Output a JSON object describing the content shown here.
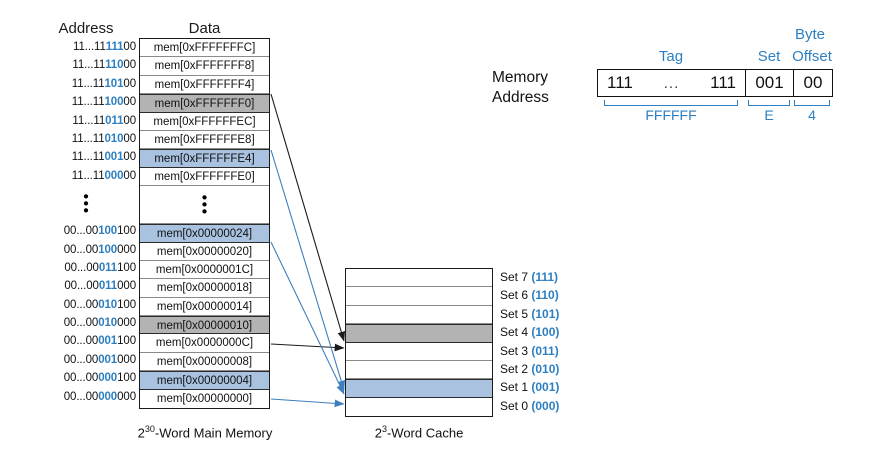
{
  "headers": {
    "address": "Address",
    "data": "Data"
  },
  "memory": {
    "caption_base": "2",
    "caption_exp": "30",
    "caption_rest": "-Word Main Memory",
    "ellipsis_row": true,
    "rows": [
      {
        "addr_prefix": "11...11",
        "addr_set": "111",
        "addr_off": "00",
        "data": "mem[0xFFFFFFFC]",
        "highlight": "none"
      },
      {
        "addr_prefix": "11...11",
        "addr_set": "110",
        "addr_off": "00",
        "data": "mem[0xFFFFFFF8]",
        "highlight": "none"
      },
      {
        "addr_prefix": "11...11",
        "addr_set": "101",
        "addr_off": "00",
        "data": "mem[0xFFFFFFF4]",
        "highlight": "none"
      },
      {
        "addr_prefix": "11...11",
        "addr_set": "100",
        "addr_off": "00",
        "data": "mem[0xFFFFFFF0]",
        "highlight": "gray"
      },
      {
        "addr_prefix": "11...11",
        "addr_set": "011",
        "addr_off": "00",
        "data": "mem[0xFFFFFFEC]",
        "highlight": "none"
      },
      {
        "addr_prefix": "11...11",
        "addr_set": "010",
        "addr_off": "00",
        "data": "mem[0xFFFFFFE8]",
        "highlight": "none"
      },
      {
        "addr_prefix": "11...11",
        "addr_set": "001",
        "addr_off": "00",
        "data": "mem[0xFFFFFFE4]",
        "highlight": "blue"
      },
      {
        "addr_prefix": "11...11",
        "addr_set": "000",
        "addr_off": "00",
        "data": "mem[0xFFFFFFE0]",
        "highlight": "none"
      },
      {
        "addr_prefix": "00...00",
        "addr_set": "100",
        "addr_off": "100",
        "data": "mem[0x00000024]",
        "highlight": "blue"
      },
      {
        "addr_prefix": "00...00",
        "addr_set": "100",
        "addr_off": "000",
        "data": "mem[0x00000020]",
        "highlight": "none"
      },
      {
        "addr_prefix": "00...00",
        "addr_set": "011",
        "addr_off": "100",
        "data": "mem[0x0000001C]",
        "highlight": "none"
      },
      {
        "addr_prefix": "00...00",
        "addr_set": "011",
        "addr_off": "000",
        "data": "mem[0x00000018]",
        "highlight": "none"
      },
      {
        "addr_prefix": "00...00",
        "addr_set": "010",
        "addr_off": "100",
        "data": "mem[0x00000014]",
        "highlight": "none"
      },
      {
        "addr_prefix": "00...00",
        "addr_set": "010",
        "addr_off": "000",
        "data": "mem[0x00000010]",
        "highlight": "gray"
      },
      {
        "addr_prefix": "00...00",
        "addr_set": "001",
        "addr_off": "100",
        "data": "mem[0x0000000C]",
        "highlight": "none"
      },
      {
        "addr_prefix": "00...00",
        "addr_set": "001",
        "addr_off": "000",
        "data": "mem[0x00000008]",
        "highlight": "none"
      },
      {
        "addr_prefix": "00...00",
        "addr_set": "000",
        "addr_off": "100",
        "data": "mem[0x00000004]",
        "highlight": "blue"
      },
      {
        "addr_prefix": "00...00",
        "addr_set": "000",
        "addr_off": "000",
        "data": "mem[0x00000000]",
        "highlight": "none"
      }
    ]
  },
  "cache": {
    "caption_base": "2",
    "caption_exp": "3",
    "caption_rest": "-Word Cache",
    "sets": [
      {
        "label": "Set 7",
        "bits": "(111)",
        "highlight": "none"
      },
      {
        "label": "Set 6",
        "bits": "(110)",
        "highlight": "none"
      },
      {
        "label": "Set 5",
        "bits": "(101)",
        "highlight": "none"
      },
      {
        "label": "Set 4",
        "bits": "(100)",
        "highlight": "gray"
      },
      {
        "label": "Set 3",
        "bits": "(011)",
        "highlight": "none"
      },
      {
        "label": "Set 2",
        "bits": "(010)",
        "highlight": "none"
      },
      {
        "label": "Set 1",
        "bits": "(001)",
        "highlight": "blue"
      },
      {
        "label": "Set 0",
        "bits": "(000)",
        "highlight": "none"
      }
    ]
  },
  "address_breakdown": {
    "label_line1": "Memory",
    "label_line2": "Address",
    "field_tag": "Tag",
    "field_set": "Set",
    "field_byte": "Byte",
    "field_offset": "Offset",
    "tag_left": "111",
    "tag_dots": "...",
    "tag_right": "111",
    "set_value": "001",
    "offset_value": "00",
    "tag_hex": "FFFFFF",
    "set_hex": "E",
    "offset_hex": "4"
  },
  "colors": {
    "accent_blue": "#2d7fc1",
    "highlight_blue": "#a8c2e0",
    "highlight_gray": "#b3b3b3",
    "border": "#1b1b1b"
  }
}
